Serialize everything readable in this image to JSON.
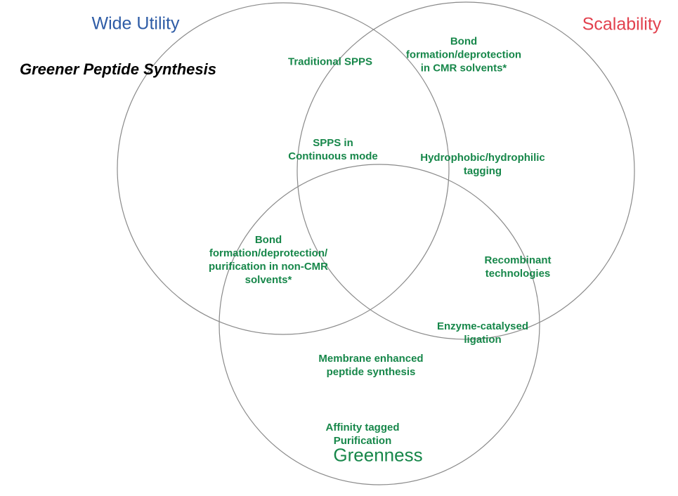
{
  "slide": {
    "title": "Greener Peptide Synthesis",
    "colors": {
      "title_text": "#000000",
      "circle_stroke": "#8a8a8a",
      "item_text": "#17874a",
      "background": "#ffffff"
    }
  },
  "venn": {
    "sets": [
      {
        "id": "wide-utility",
        "label": "Wide Utility",
        "color": "#2e5ca6"
      },
      {
        "id": "scalability",
        "label": "Scalability",
        "color": "#e2414e"
      },
      {
        "id": "greenness",
        "label": "Greenness",
        "color": "#17874a"
      }
    ],
    "items": [
      {
        "label": "Traditional SPPS",
        "region": "Wide Utility"
      },
      {
        "label": "Bond\nformation/deprotection\nin CMR solvents*",
        "region": "Scalability"
      },
      {
        "label": "SPPS in\nContinuous mode",
        "region": "Wide Utility ∩ Scalability"
      },
      {
        "label": "Hydrophobic/hydrophilic\ntagging",
        "region": "Scalability"
      },
      {
        "label": "Bond\nformation/deprotection/\npurification in non-CMR\nsolvents*",
        "region": "Wide Utility ∩ Greenness"
      },
      {
        "label": "Recombinant\ntechnologies",
        "region": "Scalability ∩ Greenness"
      },
      {
        "label": "Enzyme-catalysed\nligation",
        "region": "Scalability ∩ Greenness"
      },
      {
        "label": "Membrane enhanced\npeptide synthesis",
        "region": "Greenness"
      },
      {
        "label": "Affinity tagged\nPurification",
        "region": "Greenness"
      }
    ]
  }
}
